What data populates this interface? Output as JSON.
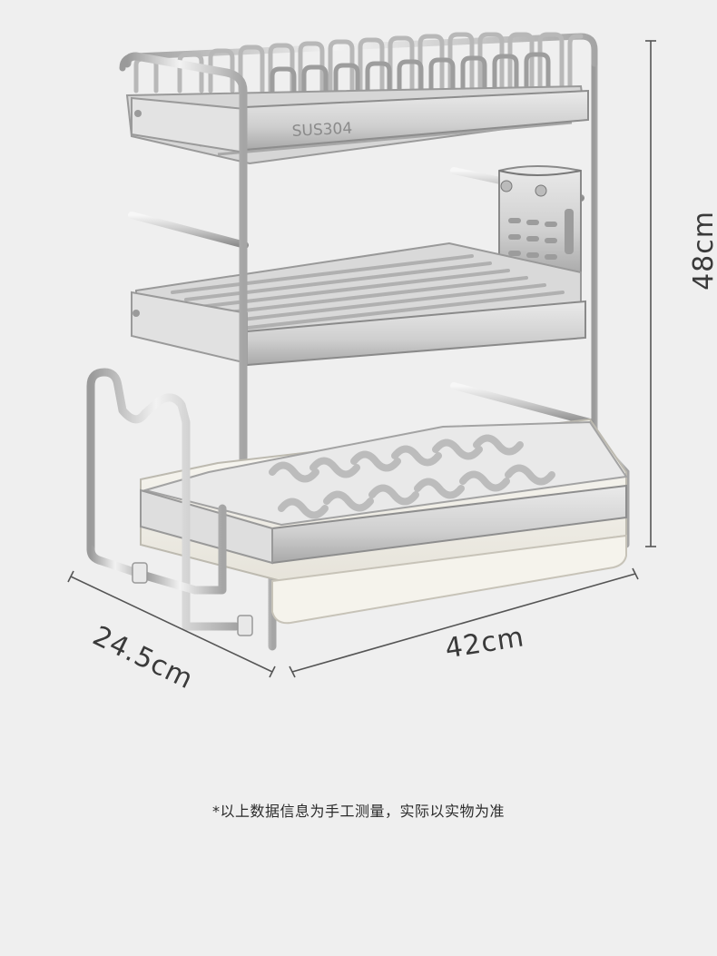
{
  "product": {
    "engraving": "SUS304",
    "colors": {
      "background": "#efefef",
      "steel_light": "#f4f4f4",
      "steel_mid": "#c9c9c9",
      "steel_dark": "#7b7b7b",
      "tray_white": "#f7f5ee",
      "dimension_line": "#555555"
    }
  },
  "dimensions": {
    "width_label": "42cm",
    "depth_label": "24.5cm",
    "height_label": "48cm"
  },
  "footnote": "*以上数据信息为手工测量，实际以实物为准"
}
